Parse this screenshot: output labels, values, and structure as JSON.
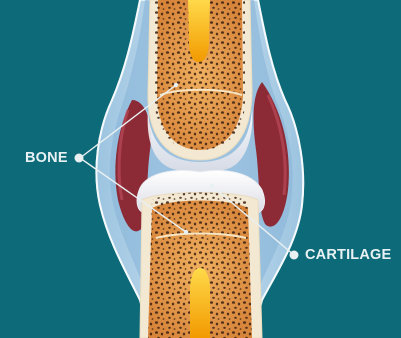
{
  "labels": {
    "bone": "BONE",
    "cartilage": "CARTILAGE"
  },
  "colors": {
    "background": "#0d6a79",
    "capsule_outer": "#b9d6ea",
    "capsule_inner": "#7fb1d6",
    "synovial_space": "#8c2a35",
    "bone_cortex": "#f3e8d2",
    "bone_marrow": "#e09a45",
    "medullary_core": "#f5b400",
    "cartilage": "#f4f1ee",
    "leader_line": "#e9f0f2"
  },
  "icons": {
    "bone_pointer": "dot-leader",
    "cartilage_pointer": "dot-leader"
  }
}
